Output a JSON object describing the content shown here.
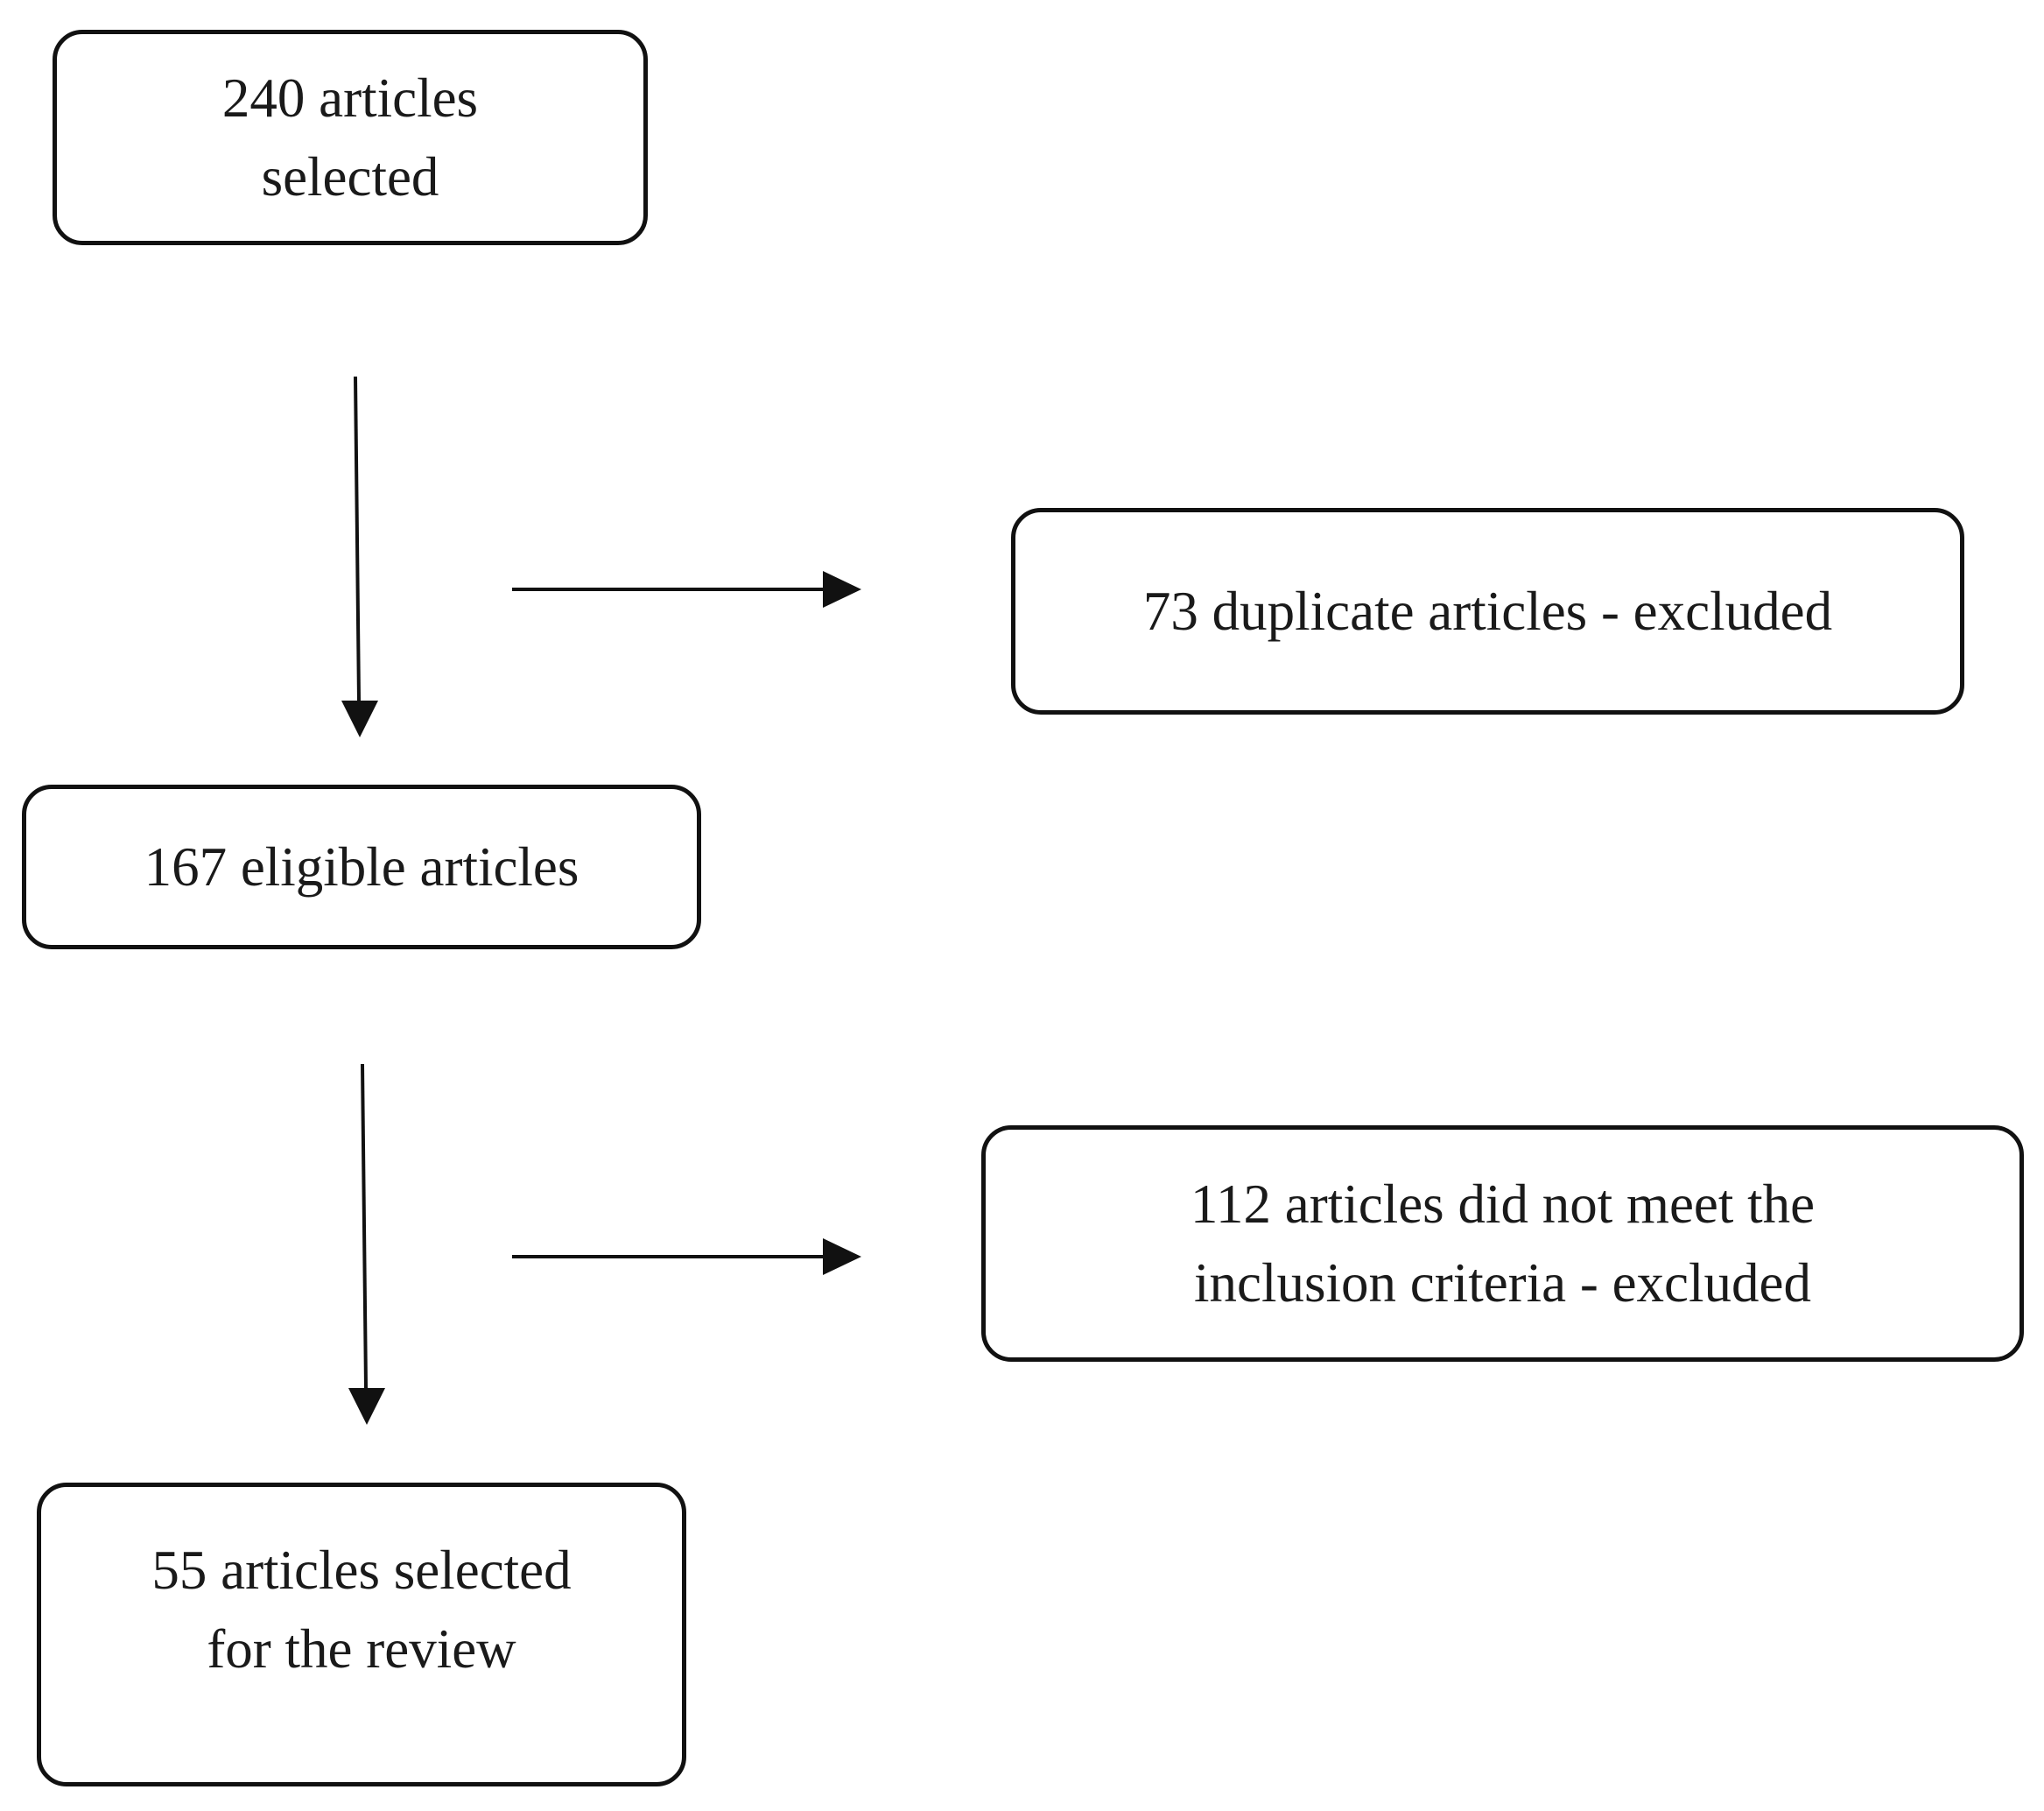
{
  "flowchart": {
    "boxes": [
      {
        "id": "selected",
        "text": "240 articles\nselected"
      },
      {
        "id": "duplicates",
        "text": "73 duplicate articles - excluded"
      },
      {
        "id": "eligible",
        "text": "167 eligible articles"
      },
      {
        "id": "not_meet",
        "text": "112 articles did not meet the\ninclusion criteria - excluded"
      },
      {
        "id": "final",
        "text": "55 articles selected\nfor the review"
      }
    ]
  },
  "colors": {
    "stroke": "#111111",
    "background": "#ffffff"
  }
}
